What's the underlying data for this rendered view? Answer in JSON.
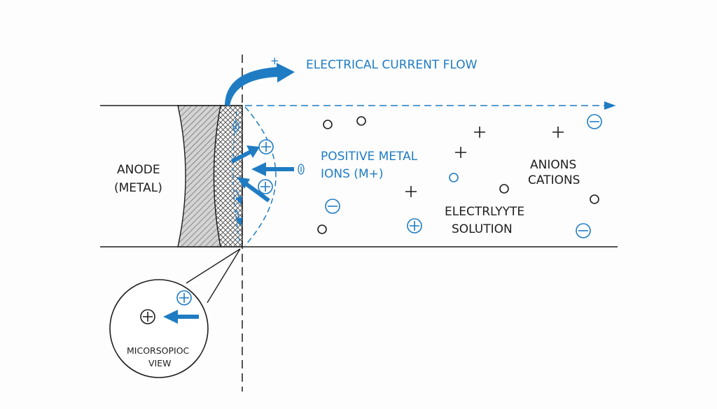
{
  "labels": {
    "current_flow": "ELECTRICAL CURRENT FLOW",
    "anode_line1": "ANODE",
    "anode_line2": "(METAL)",
    "ions_line1": "POSITIVE METAL",
    "ions_line2": "IONS (M+)",
    "anions": "ANIONS",
    "cations": "CATIONS",
    "solution_line1": "ELECTRLYYTE",
    "solution_line2": "SOLUTION",
    "micro_line1": "MICORSOPIOC",
    "micro_line2": "VIEW",
    "plus_sign": "+",
    "minus_sign": "−"
  },
  "icons": {
    "positive_ion": "circled-plus-icon",
    "negative_ion": "circled-minus-icon",
    "neutral_particle": "open-circle-icon",
    "flow_arrow": "arrow-icon"
  },
  "colors": {
    "accent_blue": "#1f7cc3",
    "ink": "#1d1d1d",
    "hatch_fill": "#d4d4d4"
  }
}
